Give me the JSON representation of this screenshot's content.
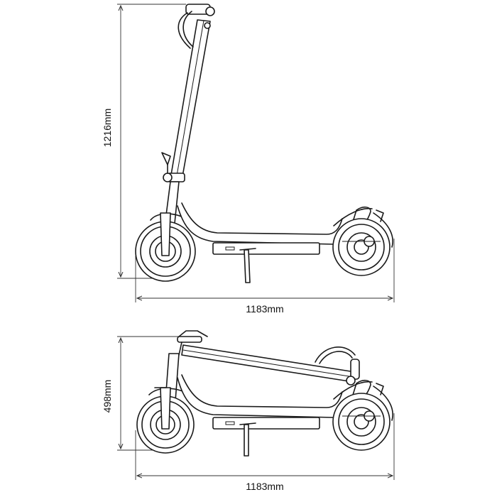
{
  "unfolded": {
    "height_label": "1216mm",
    "length_label": "1183mm"
  },
  "folded": {
    "height_label": "498mm",
    "length_label": "1183mm"
  }
}
